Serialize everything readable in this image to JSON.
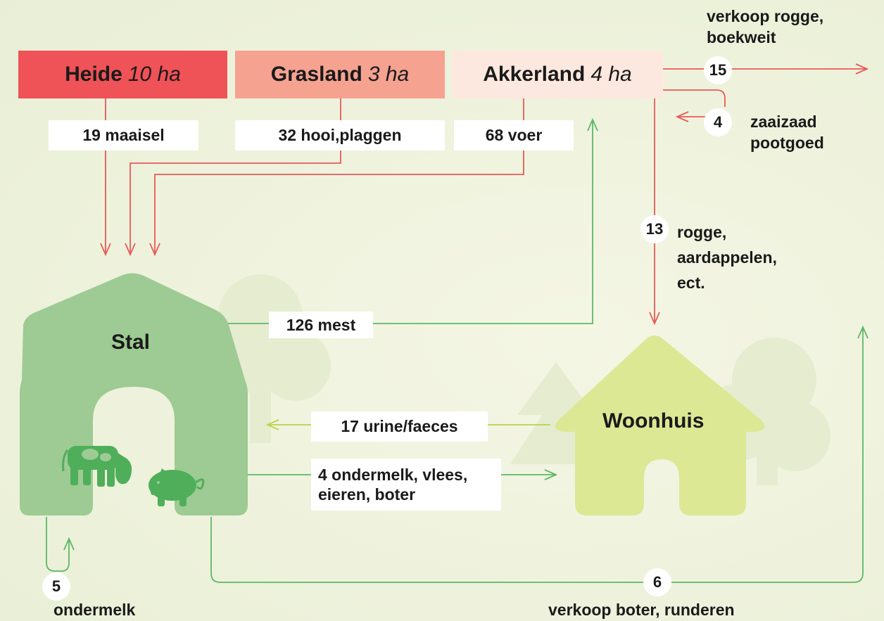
{
  "fields": [
    {
      "name": "Heide",
      "size": "10 ha",
      "color": "#ef5257"
    },
    {
      "name": "Grasland",
      "size": "3 ha",
      "color": "#f5a291"
    },
    {
      "name": "Akkerland",
      "size": "4 ha",
      "color": "#fde8df"
    }
  ],
  "flows": {
    "maaisel": "19 maaisel",
    "hooi": "32 hooi,plaggen",
    "voer": "68 voer",
    "mest": "126 mest",
    "urine": "17 urine/faeces",
    "ondermelk_vlees": "4 ondermelk, vlees,\neieren, boter",
    "verkoop_rogge_num": "15",
    "verkoop_rogge_label": "verkoop rogge,\nboekweit",
    "zaaizaad_num": "4",
    "zaaizaad_label": "zaaizaad\npootgoed",
    "rogge_num": "13",
    "rogge_label": "rogge,\naardappelen,\nect.",
    "ondermelk_num": "5",
    "ondermelk_label": "ondermelk",
    "verkoop_boter_num": "6",
    "verkoop_boter_label": "verkoop boter, runderen"
  },
  "buildings": {
    "stal": "Stal",
    "woonhuis": "Woonhuis"
  },
  "colors": {
    "red_arrow": "#e85a5a",
    "green_arrow": "#5db868",
    "lime_arrow": "#b9d34a",
    "barn": "#9dcb93",
    "house": "#dce894",
    "animal": "#4fae5a"
  },
  "icons": [
    "cow-icon",
    "pig-icon",
    "tree-icon"
  ]
}
